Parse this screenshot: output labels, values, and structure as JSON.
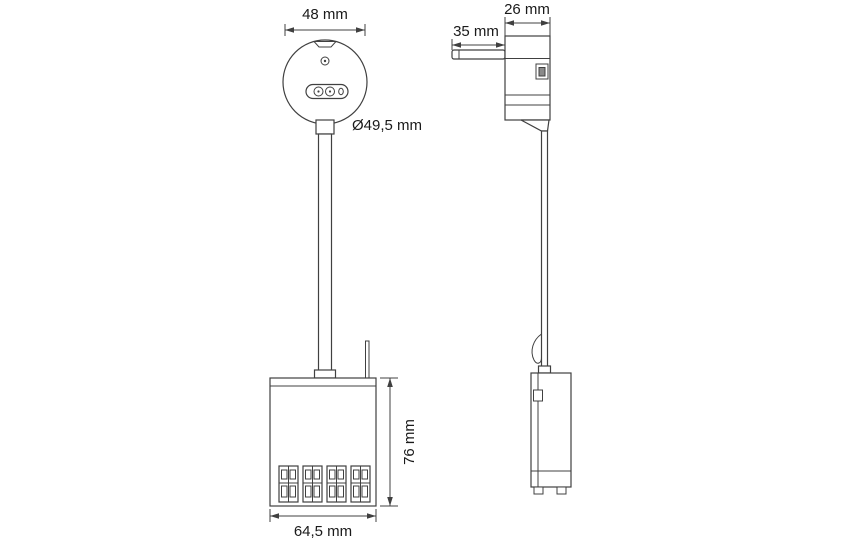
{
  "views": {
    "front": {
      "head_width": "48 mm",
      "head_diameter": "Ø49,5 mm",
      "box_height": "76 mm",
      "box_width": "64,5 mm"
    },
    "side": {
      "body_depth": "26 mm",
      "bracket_length": "35 mm"
    }
  },
  "colors": {
    "line": "#404040",
    "text": "#1a1a1a",
    "background": "#ffffff"
  }
}
